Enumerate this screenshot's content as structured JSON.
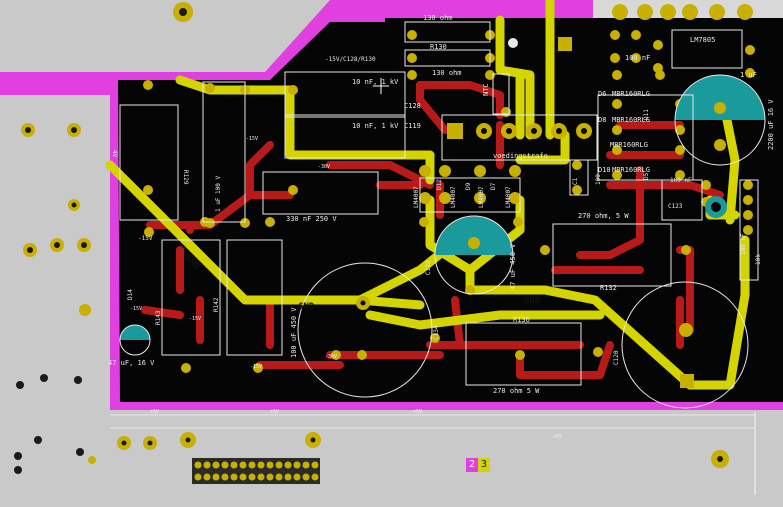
{
  "colors": {
    "background": "#c9c9c9",
    "board_outline": "#e040e0",
    "board": "#050505",
    "copper_front": "#d4d400",
    "copper_back": "#b81a1a",
    "silkscreen": "#e8e8e8",
    "teal": "#1a9a9a",
    "pad": "#c8b000"
  },
  "components": {
    "r130": "R130",
    "r130_value": "130 ohm",
    "r130_value_top": "130 ohm",
    "c128_label": "C128",
    "c128_value": "10 nF, 1 kV",
    "c119_label": "C119",
    "c119_value": "10 nF, 1 kV",
    "ntc": "NTC",
    "transformer": "voedingstrafo",
    "c127_value": "330 nF 250 V",
    "c12x_value": "1 uF 100 V",
    "r129": "R129",
    "d12": "D12",
    "d9": "D9",
    "d7": "D7",
    "lm4007_a": "LM4007",
    "lm4007_b": "LM4007",
    "lm4007_c": "LM4007",
    "lm4007_d": "LM4007",
    "c122": "C122",
    "c122_value": "47 uF 450 V",
    "r132_value": "270 ohm, 5 W",
    "r132": "R132",
    "r136": "R136",
    "r136_value": "270 ohm 5 W",
    "c133_value": "100 uF 450 V",
    "c120": "C120",
    "c134": "C134",
    "c125": "C125",
    "c123": "C123",
    "r142": "R142",
    "c126_value": "47 uF, 16 V",
    "d14": "D14",
    "r143": "R143",
    "mbr_a": "MBR160RLG",
    "mbr_b": "MBR160RLG",
    "mbr_c": "MBR160RLG",
    "mbr_d": "MBR160RLG",
    "d6": "D6",
    "d8": "D8",
    "d10": "D10",
    "d11": "D11",
    "d5": "D5",
    "c100nf_a": "100 nF",
    "c100nf_b": "100 nF",
    "c_1uf": "1 uF",
    "c_2200uf": "2200 uF 16 V",
    "lm7805": "LM7805",
    "c1xx": "C1",
    "r100": "100",
    "nf_val": "100 nF",
    "r_10k": "10k",
    "v5_a": "+5V",
    "v5_b": "+5V",
    "v5_c": "+5V",
    "v5_d": "+5V",
    "neg_a": "-15V",
    "neg_b": "-30V",
    "neg_c": "-15V",
    "neg_d": "-15V",
    "neg_e": "-30V",
    "neg_f": "-15V",
    "net_top": "-15V/C128/R130",
    "lbl_4v": "4V",
    "lbl_15v": "-15V"
  },
  "nets": {
    "gnd_left": "GND",
    "gnd_mid": "GND",
    "gnd_right": "GND"
  },
  "layers": {
    "active_a": "2",
    "active_b": "3"
  }
}
